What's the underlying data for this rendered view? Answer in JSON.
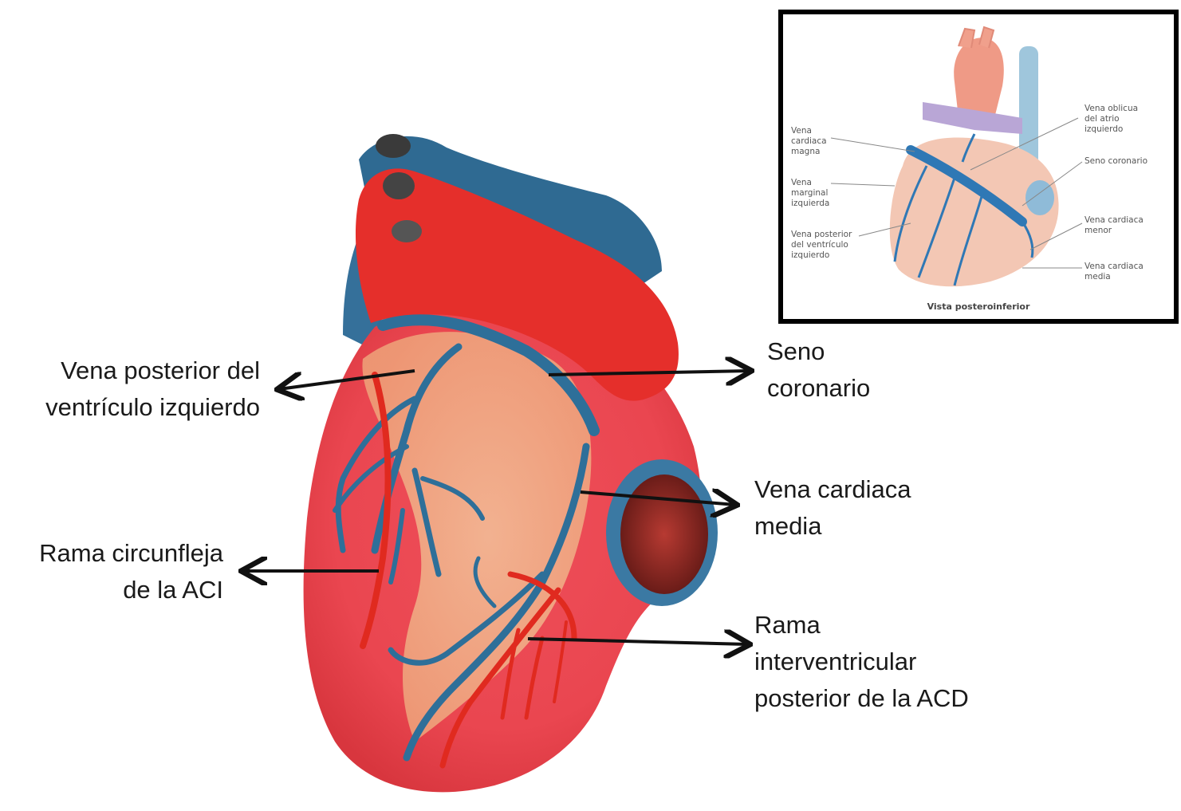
{
  "labels": {
    "posterior_vein": [
      "Vena posterior del",
      "ventrículo izquierdo"
    ],
    "coronary_sinus": [
      "Seno",
      "coronario"
    ],
    "middle_cardiac_vein": [
      "Vena cardiaca",
      "media"
    ],
    "circumflex_branch": [
      "Rama circunfleja",
      "de la ACI"
    ],
    "posterior_interventricular": [
      "Rama",
      "interventricular",
      "posterior de la ACD"
    ]
  },
  "inset": {
    "labels": {
      "great_cardiac_vein": [
        "Vena",
        "cardiaca",
        "magna"
      ],
      "left_marginal_vein": [
        "Vena",
        "marginal",
        "izquierda"
      ],
      "posterior_lv_vein": [
        "Vena posterior",
        "del ventrículo",
        "izquierdo"
      ],
      "oblique_vein": [
        "Vena oblicua",
        "del atrio",
        "izquierdo"
      ],
      "coronary_sinus": [
        "Seno coronario"
      ],
      "small_cardiac_vein": [
        "Vena cardiaca",
        "menor"
      ],
      "middle_cardiac_vein": [
        "Vena cardiaca",
        "media"
      ]
    },
    "caption": "Vista posteroinferior"
  },
  "colors": {
    "heart_red": "#e8342c",
    "heart_pink": "#ef5a5f",
    "heart_tan": "#f2b38a",
    "vein_blue": "#2e6f99",
    "artery_red": "#e02a1f",
    "arrow": "#111111"
  }
}
